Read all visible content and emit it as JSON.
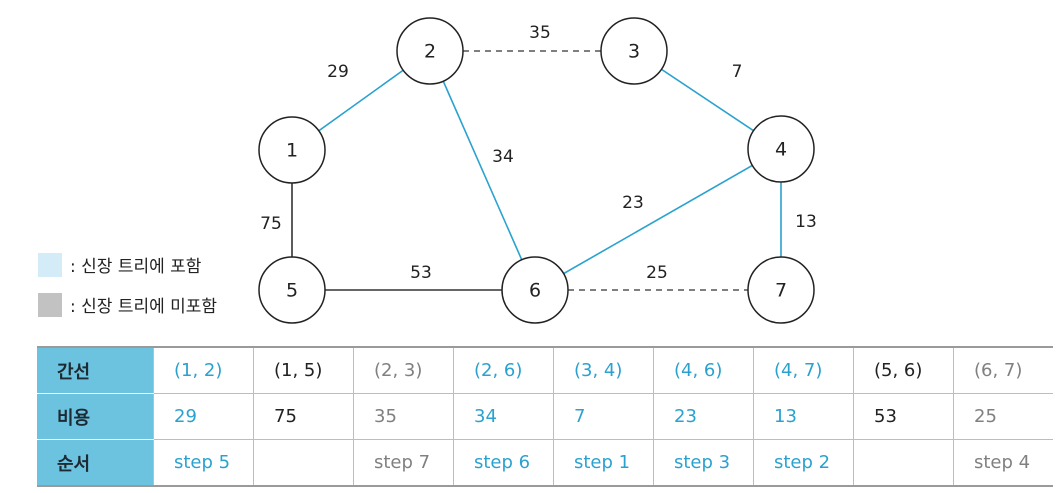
{
  "graph": {
    "nodes": [
      "1",
      "2",
      "3",
      "4",
      "5",
      "6",
      "7"
    ],
    "edges": [
      {
        "from": "1",
        "to": "2",
        "weight": "29",
        "status": "tree"
      },
      {
        "from": "2",
        "to": "3",
        "weight": "35",
        "status": "excluded"
      },
      {
        "from": "3",
        "to": "4",
        "weight": "7",
        "status": "tree"
      },
      {
        "from": "2",
        "to": "6",
        "weight": "34",
        "status": "tree"
      },
      {
        "from": "4",
        "to": "6",
        "weight": "23",
        "status": "tree"
      },
      {
        "from": "4",
        "to": "7",
        "weight": "13",
        "status": "tree"
      },
      {
        "from": "1",
        "to": "5",
        "weight": "75",
        "status": "plain"
      },
      {
        "from": "5",
        "to": "6",
        "weight": "53",
        "status": "plain"
      },
      {
        "from": "6",
        "to": "7",
        "weight": "25",
        "status": "excluded"
      }
    ],
    "colors": {
      "tree": "#2aa2cf",
      "plain": "#333333",
      "excluded": "#555555"
    }
  },
  "legend": {
    "included": ": 신장 트리에 포함",
    "excluded": ": 신장 트리에 미포함"
  },
  "table": {
    "headers": {
      "edge": "간선",
      "cost": "비용",
      "order": "순서"
    },
    "columns": [
      {
        "edge": "(1, 2)",
        "cost": "29",
        "order": "step 5",
        "status": "in"
      },
      {
        "edge": "(1, 5)",
        "cost": "75",
        "order": "",
        "status": "mid"
      },
      {
        "edge": "(2, 3)",
        "cost": "35",
        "order": "step 7",
        "status": "out"
      },
      {
        "edge": "(2, 6)",
        "cost": "34",
        "order": "step 6",
        "status": "in"
      },
      {
        "edge": "(3, 4)",
        "cost": "7",
        "order": "step 1",
        "status": "in"
      },
      {
        "edge": "(4, 6)",
        "cost": "23",
        "order": "step 3",
        "status": "in"
      },
      {
        "edge": "(4, 7)",
        "cost": "13",
        "order": "step 2",
        "status": "in"
      },
      {
        "edge": "(5, 6)",
        "cost": "53",
        "order": "",
        "status": "mid"
      },
      {
        "edge": "(6, 7)",
        "cost": "25",
        "order": "step 4",
        "status": "out"
      }
    ]
  }
}
